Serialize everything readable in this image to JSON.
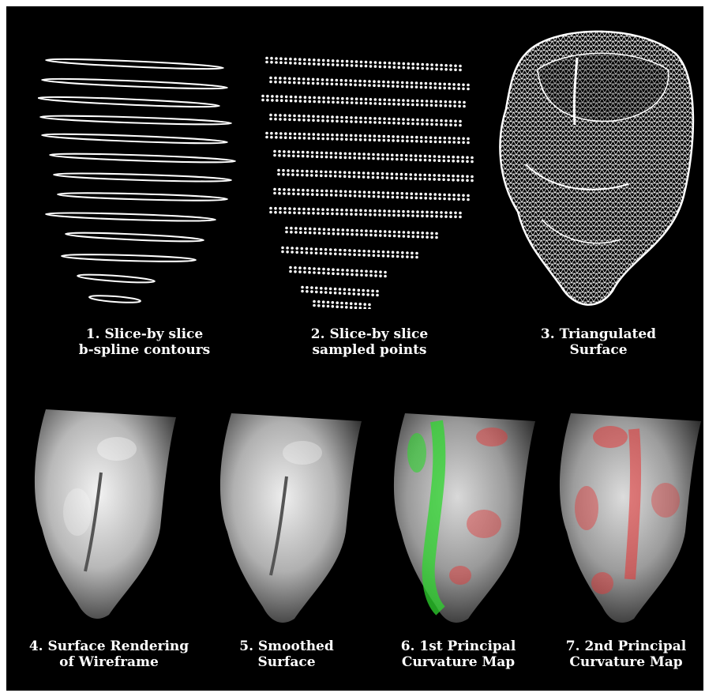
{
  "figure": {
    "panels": [
      {
        "id": "p1",
        "caption": [
          "1. Slice-by slice",
          "b-spline contours"
        ]
      },
      {
        "id": "p2",
        "caption": [
          "2. Slice-by slice",
          "sampled points"
        ]
      },
      {
        "id": "p3",
        "caption": [
          "3. Triangulated",
          "Surface"
        ]
      },
      {
        "id": "p4",
        "caption": [
          "4. Surface Rendering",
          "of Wireframe"
        ]
      },
      {
        "id": "p5",
        "caption": [
          "5. Smoothed",
          "Surface"
        ]
      },
      {
        "id": "p6",
        "caption": [
          "6. 1st Principal",
          "Curvature Map"
        ]
      },
      {
        "id": "p7",
        "caption": [
          "7. 2nd Principal",
          "Curvature Map"
        ]
      }
    ],
    "colors": {
      "background": "#000000",
      "frame": "#ffffff",
      "first_curvature": "#2fd62f",
      "second_curvature": "#e23a3a"
    }
  }
}
